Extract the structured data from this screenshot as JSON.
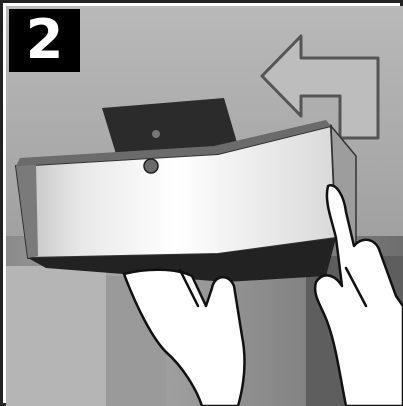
{
  "step": {
    "number": "2"
  },
  "colors": {
    "frame": "#222222",
    "badge_bg": "#000000",
    "badge_text": "#ffffff"
  },
  "illustration": {
    "arrow_icon": "bent-arrow-up-left-icon",
    "fixture_icon": "ceiling-fixture-housing",
    "hands_icon": "two-hands-lifting"
  }
}
